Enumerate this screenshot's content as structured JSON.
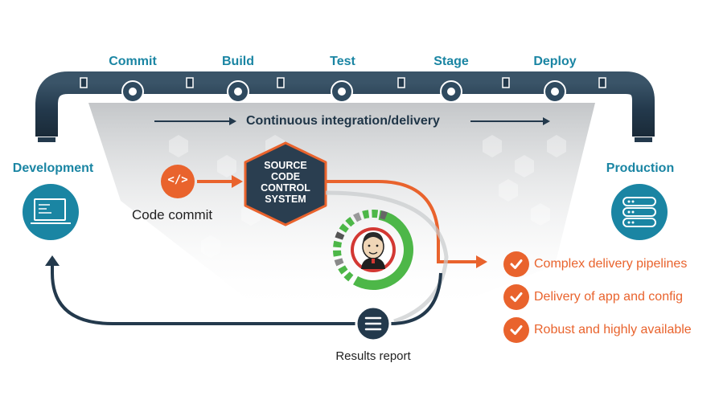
{
  "stages": [
    "Commit",
    "Build",
    "Test",
    "Stage",
    "Deploy"
  ],
  "ci_label": "Continuous integration/delivery",
  "development_label": "Development",
  "production_label": "Production",
  "code_commit_label": "Code commit",
  "code_icon_text": "</>",
  "scm_lines": [
    "SOURCE",
    "CODE",
    "CONTROL",
    "SYSTEM"
  ],
  "results_label": "Results report",
  "benefits": [
    "Complex delivery pipelines",
    "Delivery of app and config",
    "Robust and highly available"
  ],
  "colors": {
    "accent_orange": "#e9632d",
    "teal": "#1a85a3",
    "pipe": "#23394c",
    "green": "#4db748",
    "hexagon": "#2a3e50"
  },
  "icons": {
    "development": "laptop-icon",
    "production": "server-icon",
    "code": "code-icon",
    "results": "document-icon",
    "jenkins": "jenkins-logo",
    "check": "check-icon"
  }
}
